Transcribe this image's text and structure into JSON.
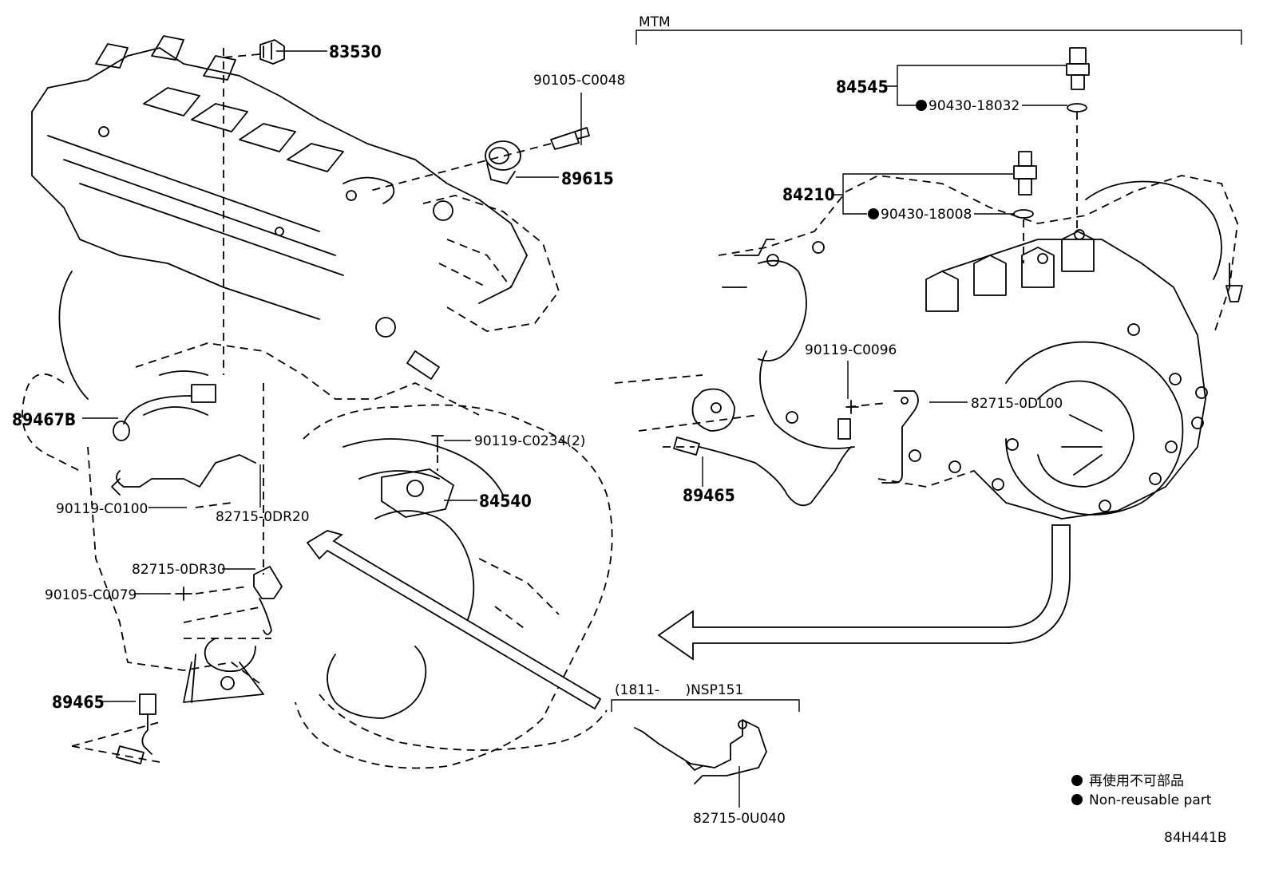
{
  "diagram_code": "84H441B",
  "section_mtm": "MTM",
  "section_nsp": "(1811-      )NSP151",
  "legend": {
    "jp": "再使用不可部品",
    "en": "Non-reusable part",
    "marker_color": "#000000"
  },
  "parts": {
    "p83530": "83530",
    "p90105_c0048": "90105-C0048",
    "p89615": "89615",
    "p84545": "84545",
    "p90430_18032": "90430-18032",
    "p84210": "84210",
    "p90430_18008": "90430-18008",
    "p89467b": "89467B",
    "p90119_c0096": "90119-C0096",
    "p82715_0dl00": "82715-0DL00",
    "p90119_c0234": "90119-C0234(2)",
    "p84540": "84540",
    "p89465_r": "89465",
    "p90119_c0100": "90119-C0100",
    "p82715_0dr20": "82715-0DR20",
    "p82715_0dr30": "82715-0DR30",
    "p90105_c0079": "90105-C0079",
    "p89465_l": "89465",
    "p82715_0u040": "82715-0U040"
  }
}
